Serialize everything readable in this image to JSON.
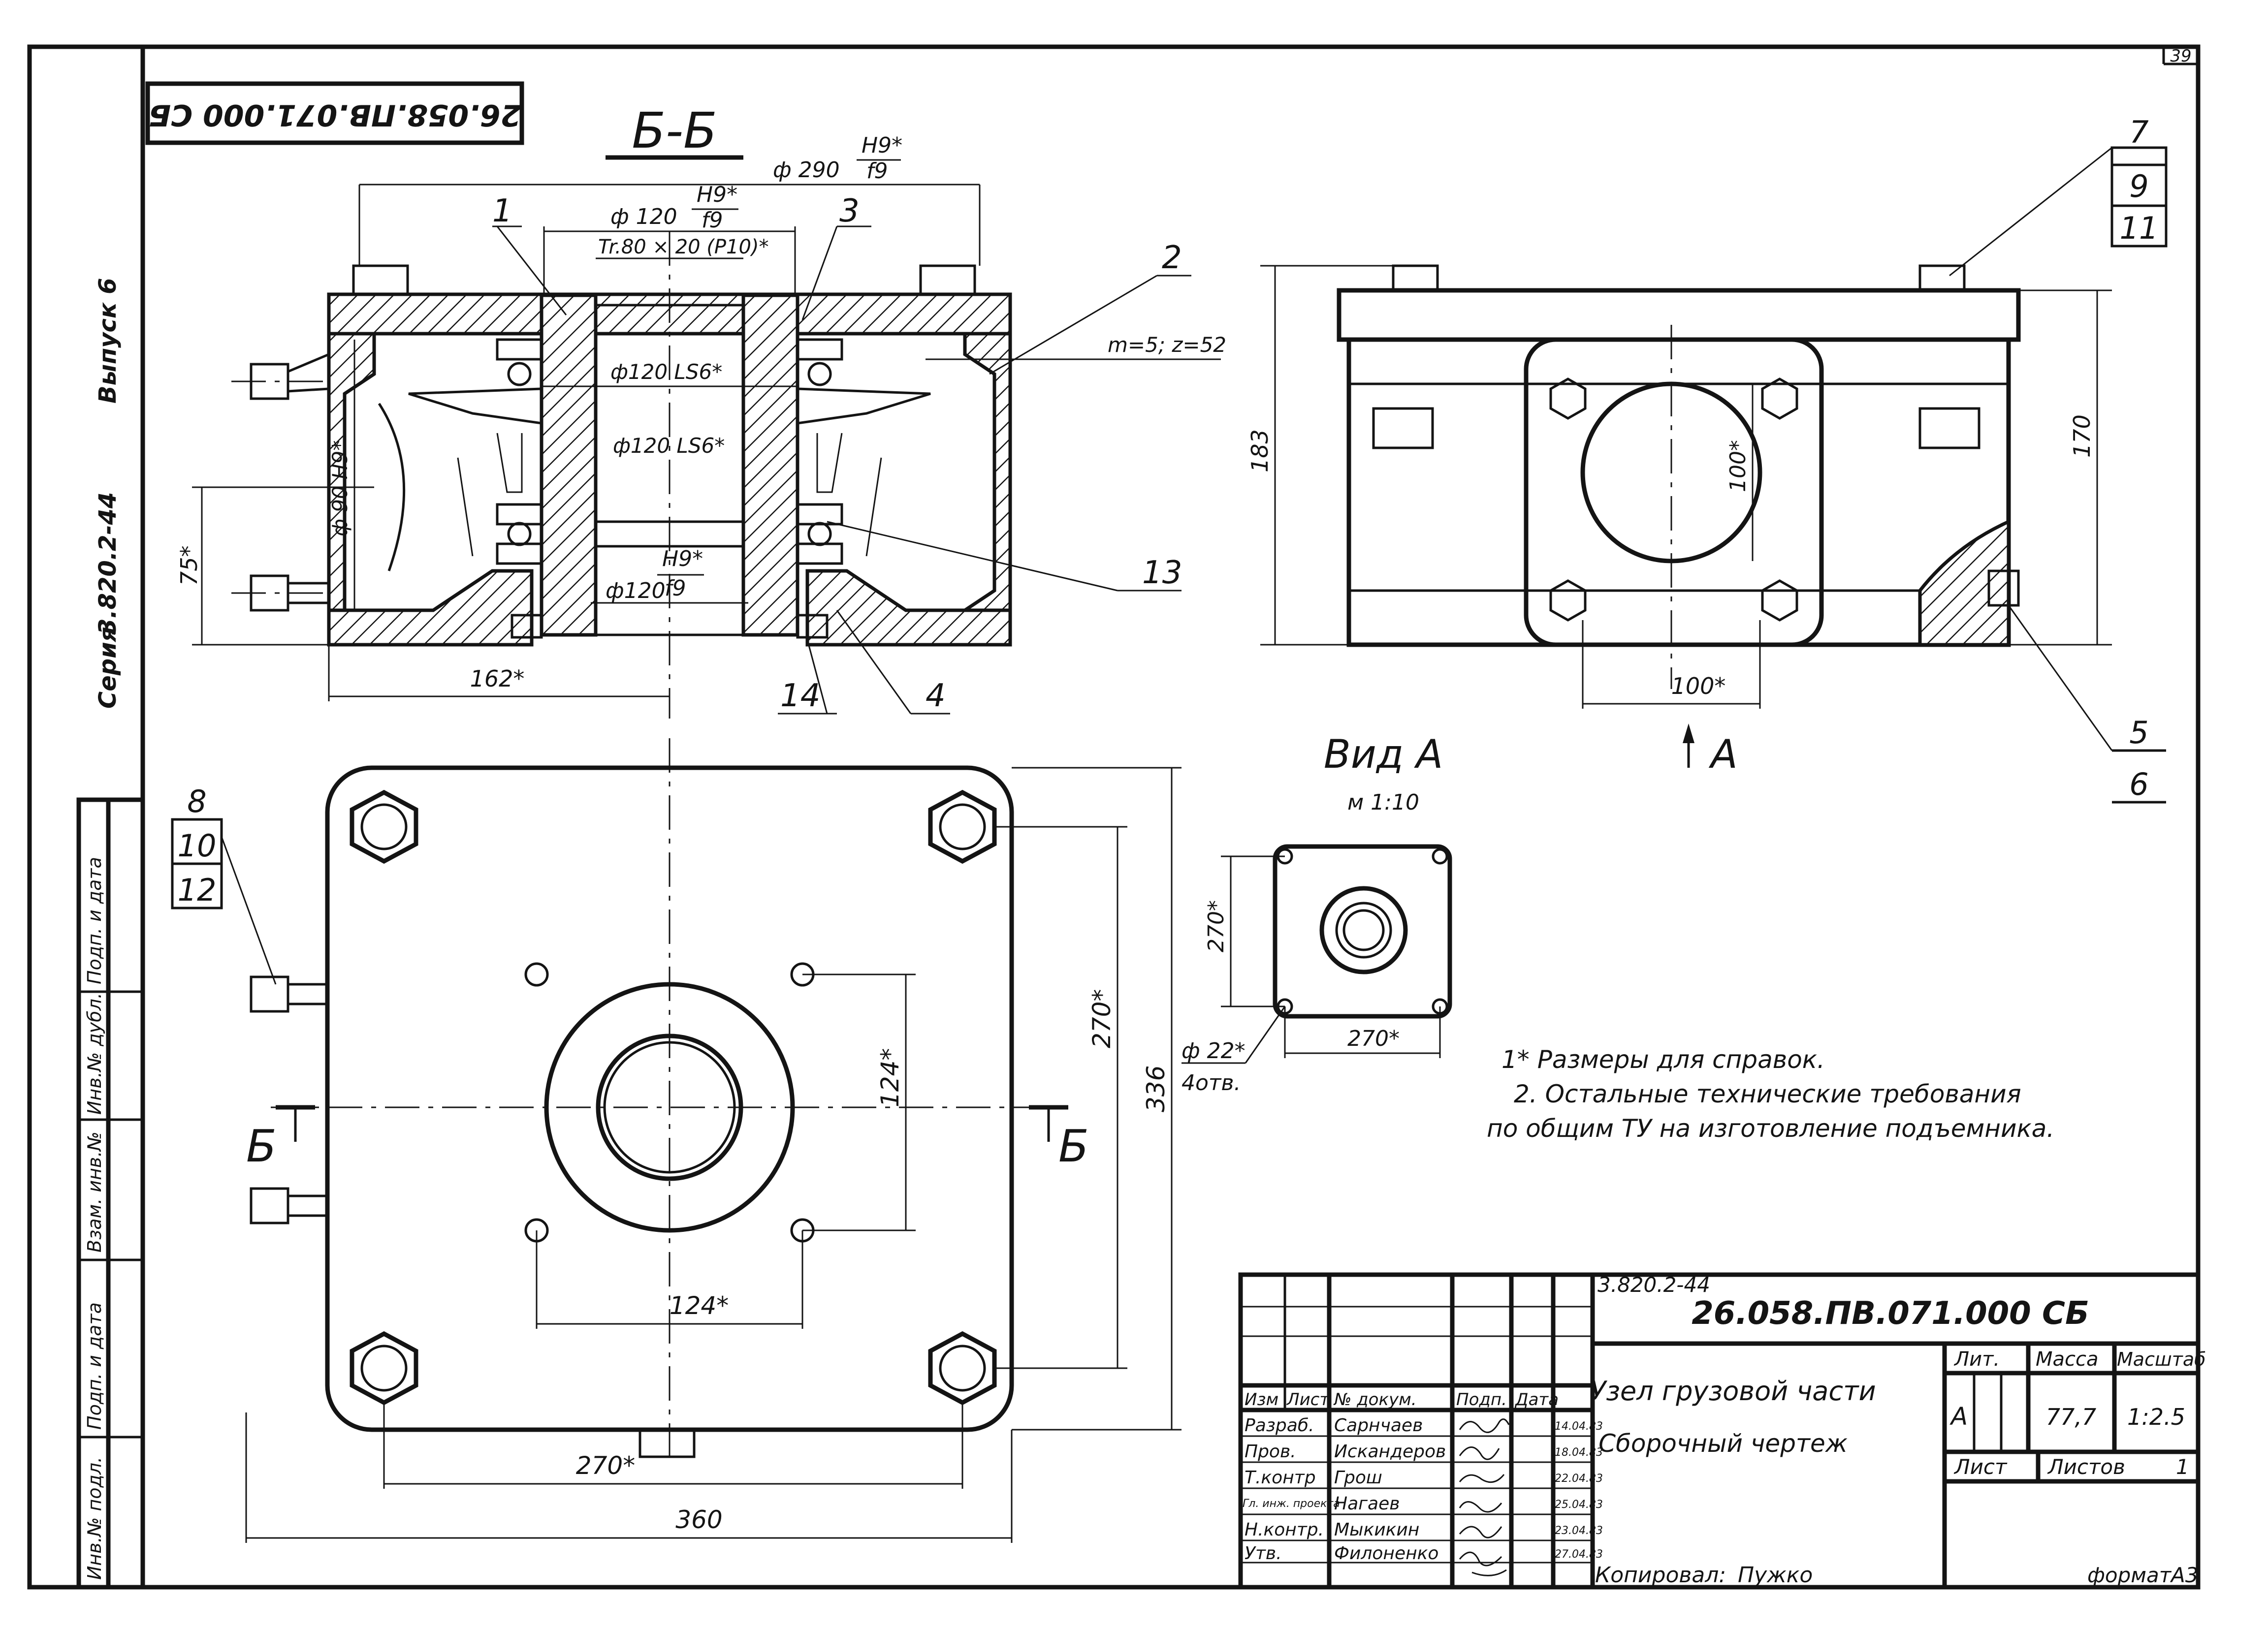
{
  "sheet": {
    "page_number": "39",
    "designation_rotated": "26.058.ПВ.071.000 СБ",
    "side_series": "Серия",
    "side_series_code": "3.820.2-44",
    "side_issue": "Выпуск 6"
  },
  "section_view": {
    "title": "Б-Б",
    "dims": {
      "d290": "ф 290",
      "d290_fit_top": "H9*",
      "d290_fit_bottom": "f9",
      "d120_top": "ф 120",
      "d120_top_fit_top": "H9*",
      "d120_top_fit_bottom": "f9",
      "thread": "Tr.80 × 20 (P10)*",
      "d120_ls6_a": "ф120 LS6*",
      "d120_ls6_b": "ф120 LS6*",
      "d90": "ф 90 H9*",
      "d120_bottom": "ф120",
      "d120_bottom_fit_top": "H9*",
      "d120_bottom_fit_bottom": "f9",
      "gear": "m=5; z=52",
      "h75": "75*",
      "w162": "162*"
    },
    "callouts": [
      "1",
      "2",
      "3",
      "4",
      "13",
      "14"
    ]
  },
  "side_view": {
    "dims": {
      "h183": "183",
      "h170": "170",
      "d100v": "100*",
      "w100": "100*"
    },
    "view_arrow_label": "А",
    "callouts_top": [
      "7",
      "9",
      "11"
    ],
    "callouts_bottom": [
      "5",
      "6"
    ]
  },
  "plan_view": {
    "callouts": [
      "8",
      "10",
      "12"
    ],
    "dims": {
      "d124v": "124*",
      "d124h": "124*",
      "d270v": "270*",
      "d336": "336",
      "d270h": "270*",
      "d360": "360"
    },
    "section_mark": "Б"
  },
  "view_a": {
    "title": "Вид А",
    "scale": "м 1:10",
    "dims": {
      "d270v": "270*",
      "d270h": "270*",
      "hole": "ф 22*",
      "hole_count": "4отв."
    }
  },
  "notes": [
    "1* Размеры для справок.",
    "2. Остальные технические требования",
    "по общим ТУ на изготовление подъемника."
  ],
  "left_strip": [
    "Подп. и дата",
    "Инв.№ дубл.",
    "Взам. инв.№",
    "Подп. и дата",
    "Инв.№ подл."
  ],
  "title_block": {
    "series_code": "3.820.2-44",
    "designation": "26.058.ПВ.071.000 СБ",
    "name_line1": "Узел грузовой части",
    "name_line2": "Сборочный чертеж",
    "headers": [
      "Изм",
      "Лист",
      "№ докум.",
      "Подп.",
      "Дата"
    ],
    "rows": [
      {
        "role": "Разраб.",
        "name": "Сарнчаев",
        "date": "14.04.83"
      },
      {
        "role": "Пров.",
        "name": "Искандеров",
        "date": "18.04.83"
      },
      {
        "role": "Т.контр",
        "name": "Грош",
        "date": "22.04.83"
      },
      {
        "role": "Гл. инж. проекта",
        "name": "Нагаев",
        "date": "25.04.83"
      },
      {
        "role": "Н.контр.",
        "name": "Мыкикин",
        "date": "23.04.83"
      },
      {
        "role": "Утв.",
        "name": "Филоненко",
        "date": "27.04.83"
      }
    ],
    "lit_label": "Лит.",
    "mass_label": "Масса",
    "scale_label": "Масштаб",
    "lit_value": "А",
    "mass_value": "77,7",
    "scale_value": "1:2.5",
    "sheet_label": "Лист",
    "sheets_label": "Листов",
    "sheets_value": "1",
    "copied_label": "Копировал:",
    "copied_by": "Пужко",
    "format_label": "формат",
    "format_value": "А3"
  }
}
